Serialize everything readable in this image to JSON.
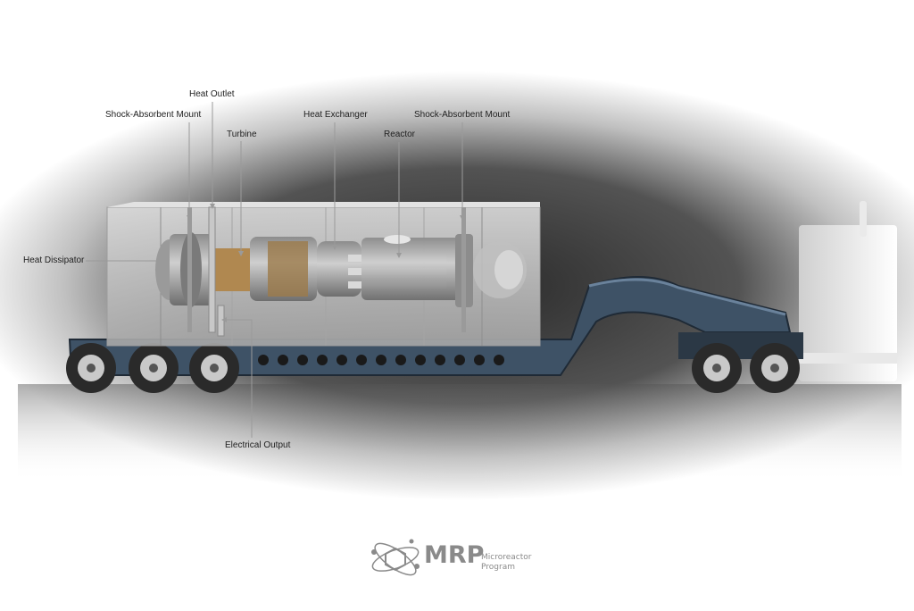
{
  "labels": {
    "heat_outlet": "Heat Outlet",
    "shock_mount_left": "Shock-Absorbent Mount",
    "turbine": "Turbine",
    "heat_exchanger": "Heat Exchanger",
    "shock_mount_right": "Shock-Absorbent Mount",
    "reactor": "Reactor",
    "heat_dissipator": "Heat Dissipator",
    "electrical_output": "Electrical Output"
  },
  "logo": {
    "wordmark": "MRP",
    "line1": "Microreactor",
    "line2": "Program"
  },
  "colors": {
    "trailer": "#3e5266",
    "container_glass": "#c9c9c9",
    "leader_line": "#9a9a9a",
    "logo": "#8a8a8a"
  }
}
